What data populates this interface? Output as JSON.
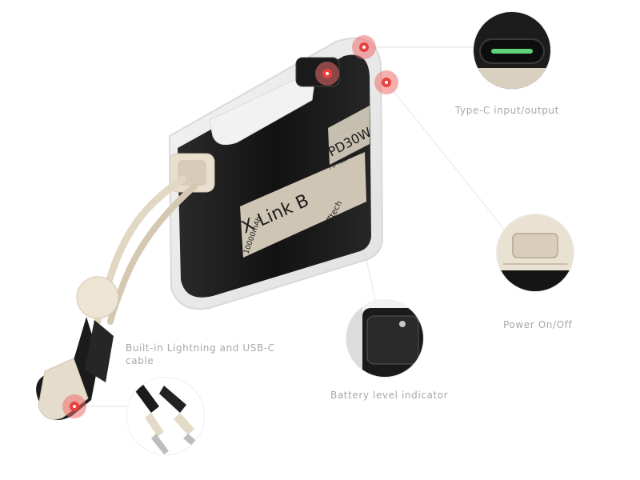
{
  "labels": {
    "type_c": "Type-C input/output",
    "power": "Power On/Off",
    "battery": "Battery level indicator",
    "cable": "Built-in Lightning and USB-C cable"
  },
  "device_print": {
    "model": "Link B",
    "model_prefix": "X",
    "wattage": "PD30W",
    "fast_charge": "PD Fast Charge",
    "capacity": "10000mAh",
    "brand": "XYZtech"
  },
  "icons": [
    "type-c-port-icon",
    "power-button-icon",
    "battery-indicator-icon",
    "cable-connector-icon"
  ],
  "colors": {
    "accent": "#e8413f",
    "label_text": "#a7a7a7",
    "body_dark": "#1b1b1b",
    "cream": "#e8dfcf",
    "port_green": "#5fd37a"
  }
}
